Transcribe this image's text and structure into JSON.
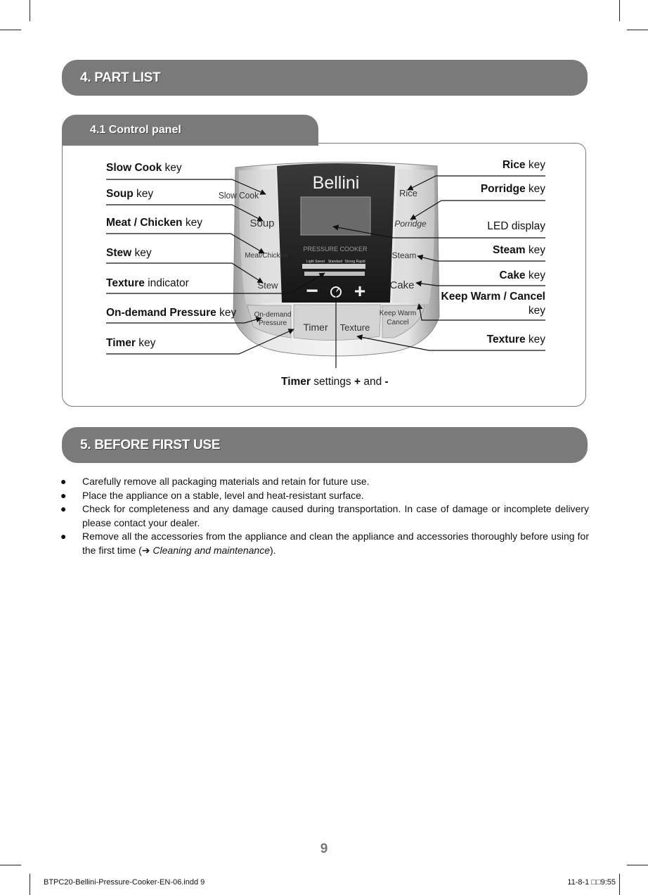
{
  "section4": {
    "title": "4. PART LIST"
  },
  "subsection": {
    "title": "4.1 Control panel"
  },
  "labels_left": [
    {
      "bold": "Slow Cook",
      "rest": " key"
    },
    {
      "bold": "Soup",
      "rest": " key"
    },
    {
      "bold": "Meat / Chicken",
      "rest": " key"
    },
    {
      "bold": "Stew",
      "rest": " key"
    },
    {
      "bold": "Texture",
      "rest": " indicator"
    },
    {
      "bold": "On-demand Pressure",
      "rest": " key"
    },
    {
      "bold": "Timer",
      "rest": " key"
    }
  ],
  "labels_right": [
    {
      "bold": "Rice",
      "rest": " key"
    },
    {
      "bold": "Porridge",
      "rest": " key"
    },
    {
      "bold": "",
      "rest": "LED display"
    },
    {
      "bold": "Steam",
      "rest": " key"
    },
    {
      "bold": "Cake",
      "rest": " key"
    },
    {
      "bold": "Keep Warm / Cancel",
      "rest": "",
      "line2": "key"
    },
    {
      "bold": "Texture",
      "rest": " key"
    }
  ],
  "bottom_label": {
    "bold": "Timer",
    "rest": " settings ",
    "plus": "+",
    "and": " and ",
    "minus": "-"
  },
  "panel": {
    "brand": "Bellini",
    "model": "PRESSURE COOKER",
    "texture_levels": [
      "Light Sweet",
      "Standard",
      "Strong Rapid"
    ],
    "left_keys": [
      "Slow Cook",
      "Soup",
      "Meat/Chicken",
      "Stew"
    ],
    "right_keys": [
      "Rice",
      "Porridge",
      "Steam",
      "Cake"
    ],
    "left_bottom_key": [
      "On-demand",
      "Pressure"
    ],
    "right_bottom_key": [
      "Keep Warm",
      "Cancel"
    ],
    "bottom_keys": [
      "Timer",
      "Texture"
    ],
    "minus": "−",
    "plus": "+"
  },
  "section5": {
    "title": "5. BEFORE FIRST USE"
  },
  "bullets": [
    {
      "text": "Carefully remove all packaging materials and retain for future use."
    },
    {
      "text": "Place the appliance on a stable, level and heat-resistant surface."
    },
    {
      "text": "Check for completeness and any damage caused during transportation. In case of damage or incomplete delivery please contact your dealer."
    },
    {
      "text": "Remove all the accessories from the appliance and clean the appliance and accessories thoroughly before using for the first time (",
      "arrow": "➔",
      "link": "Cleaning and maintenance",
      "tail": ")."
    }
  ],
  "bullet_symbol": "●",
  "page_number": "9",
  "footer": {
    "file": "BTPC20-Bellini-Pressure-Cooker-EN-06.indd   9",
    "date": "11-8-1   □□9:55"
  }
}
